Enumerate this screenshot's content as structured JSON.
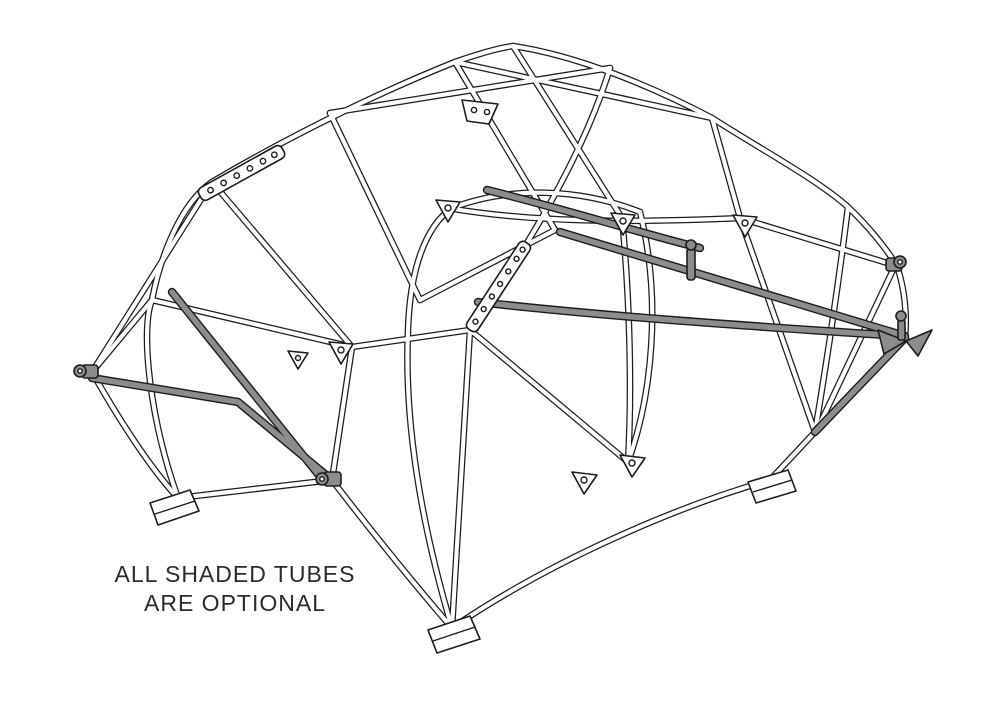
{
  "figure": {
    "caption_line1": "ALL SHADED TUBES",
    "caption_line2": "ARE OPTIONAL",
    "subject": "roll-cage-wireframe-drawing"
  },
  "colors": {
    "background": "#ffffff",
    "line": "#1c1c1c",
    "tube_fill": "#ffffff",
    "shaded_tube": "#8c8c8c",
    "text": "#2b2b2b"
  }
}
